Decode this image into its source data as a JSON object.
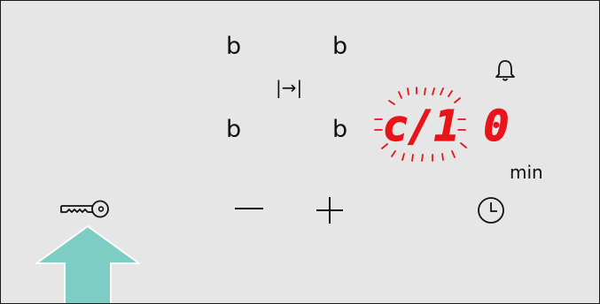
{
  "cooktop": {
    "zones": [
      "b",
      "b",
      "b",
      "b"
    ],
    "powerboost_indicator": "|→|",
    "display": {
      "left": "c/1",
      "right": "0",
      "unit": "min",
      "left_blinking": true,
      "digit_color": "#e8141a"
    },
    "icons": {
      "alarm": "bell-icon",
      "timer": "clock-icon",
      "lock": "key-icon",
      "minus": "minus-icon",
      "plus": "plus-icon",
      "pointer": "up-arrow-icon"
    },
    "colors": {
      "panel_bg": "#e6e6e6",
      "border": "#1a1a1a",
      "arrow": "#7ecdc5"
    }
  }
}
